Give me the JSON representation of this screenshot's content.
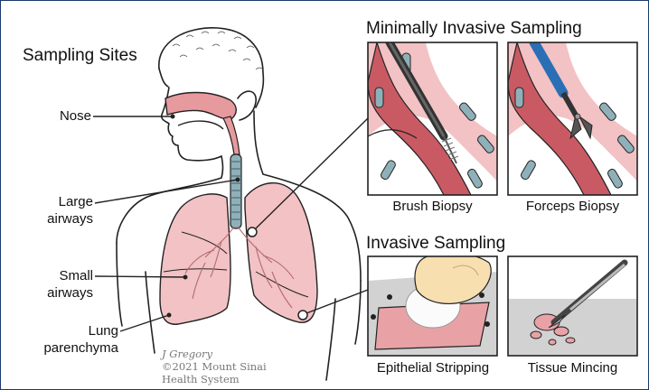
{
  "title": "Sampling Sites",
  "labels": {
    "nose": "Nose",
    "large_airways_1": "Large",
    "large_airways_2": "airways",
    "small_airways_1": "Small",
    "small_airways_2": "airways",
    "lung_parenchyma_1": "Lung",
    "lung_parenchyma_2": "parenchyma"
  },
  "sections": {
    "minimally_invasive": "Minimally Invasive Sampling",
    "invasive": "Invasive Sampling"
  },
  "panels": {
    "brush_biopsy": "Brush Biopsy",
    "forceps_biopsy": "Forceps Biopsy",
    "epithelial_stripping": "Epithelial Stripping",
    "tissue_mincing": "Tissue Mincing"
  },
  "credit": {
    "artist": "J Gregory",
    "copyright": "©2021 Mount Sinai",
    "org": "Health System"
  },
  "colors": {
    "lung": "#f2c2c4",
    "airway_wall": "#e8a2a6",
    "airway_lumen": "#c95a63",
    "cartilage": "#8fb0b8",
    "skin_outline": "#1a1a1a",
    "accent_blue": "#2a6fb5",
    "frame": "#1a3a6b"
  }
}
